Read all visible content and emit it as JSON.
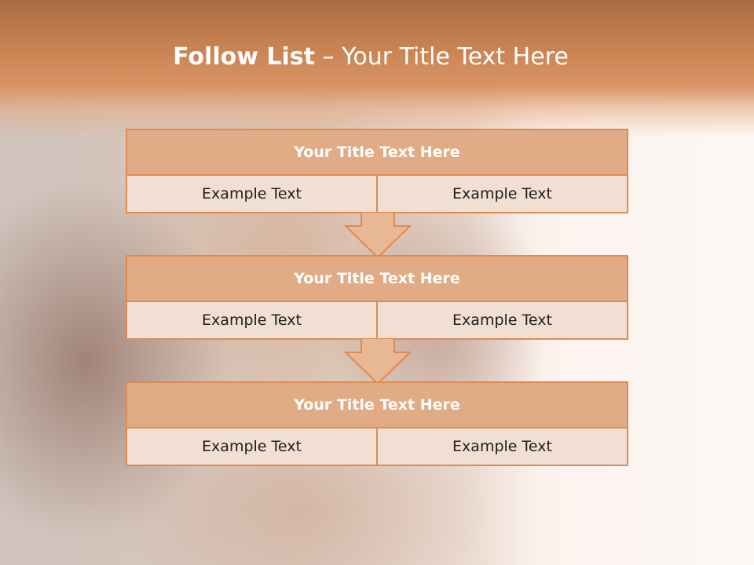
{
  "slide": {
    "title_bold": "Follow List",
    "title_rest": "– Your Title Text Here"
  },
  "steps": [
    {
      "title": "Your Title Text Here",
      "left": "Example Text",
      "right": "Example Text"
    },
    {
      "title": "Your Title Text Here",
      "left": "Example Text",
      "right": "Example Text"
    },
    {
      "title": "Your Title Text Here",
      "left": "Example Text",
      "right": "Example Text"
    }
  ],
  "colors": {
    "accent": "#de8b52",
    "header_fill": "#e1ab85",
    "cell_fill": "#f2dfd4",
    "arrow_fill": "#e7b893",
    "header_band": "#c98353"
  }
}
